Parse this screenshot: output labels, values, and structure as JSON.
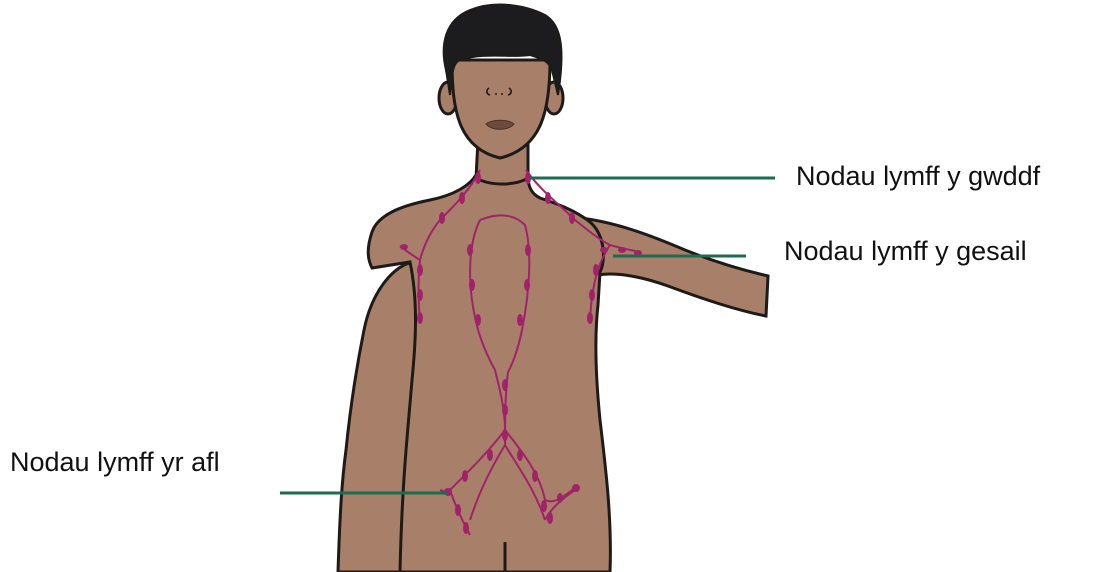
{
  "labels": {
    "neck": "Nodau lymff y gwddf",
    "armpit": "Nodau lymff y gesail",
    "groin": "Nodau lymff yr afl"
  },
  "colors": {
    "skin": "#a8806a",
    "skin_outline": "#1e1a18",
    "hair": "#1c1c1e",
    "lymph": "#a2226a",
    "leader_line": "#1d6b50",
    "lips": "#6e4a3c"
  }
}
